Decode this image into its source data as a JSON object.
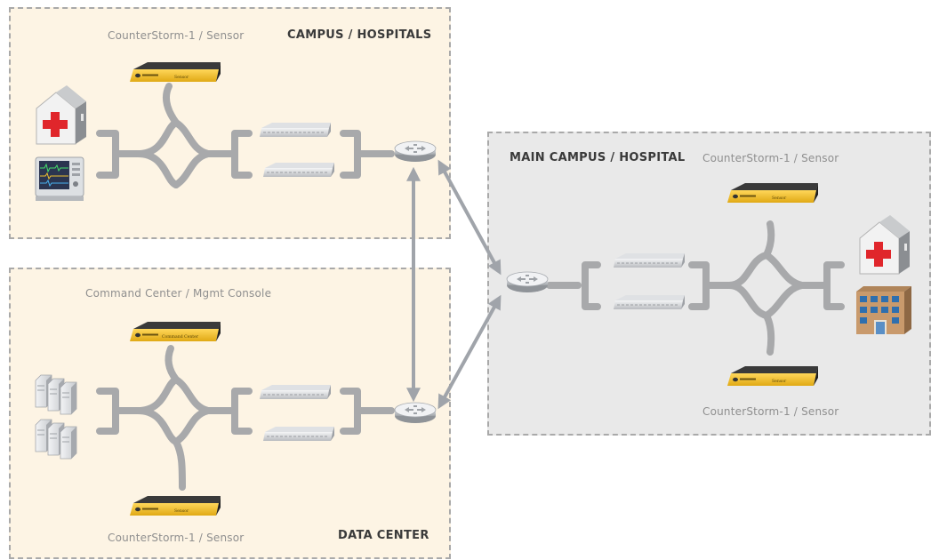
{
  "zones": {
    "campus": {
      "title": "CAMPUS / HOSPITALS",
      "sensor_label": "CounterStorm-1 / Sensor"
    },
    "data_center": {
      "title": "DATA CENTER",
      "console_label": "Command Center / Mgmt Console",
      "sensor_label": "CounterStorm-1 / Sensor"
    },
    "main_campus": {
      "title": "MAIN CAMPUS / HOSPITAL",
      "sensor_top_label": "CounterStorm-1 / Sensor",
      "sensor_bottom_label": "CounterStorm-1 / Sensor"
    }
  },
  "appliance_text": {
    "sensor": "Sensor",
    "command_center": "Command Center"
  },
  "icons": [
    "hospital-icon",
    "patient-monitor-icon",
    "server-rack-icon",
    "office-building-icon",
    "router-icon",
    "network-switch-icon",
    "counterstorm-appliance-icon"
  ],
  "colors": {
    "zone_beige": "#fdf4e4",
    "zone_gray": "#e9e9e9",
    "zone_border": "#a9a9a9",
    "connector": "#a8a9ab",
    "appliance_yellow": "#f2c12e",
    "appliance_dark": "#2e2e2e",
    "cross_red": "#e0262b",
    "link_arrow": "#a0a4aa"
  }
}
